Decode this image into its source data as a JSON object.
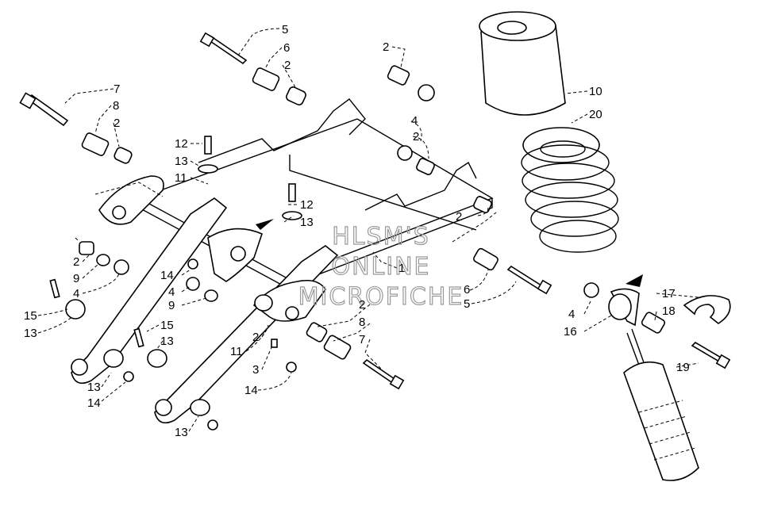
{
  "watermark": {
    "line1": "HLSM'S",
    "line2": "ONLINE",
    "line3": "MICROFICHE"
  },
  "callouts": {
    "c1": "5",
    "c2": "6",
    "c3": "2",
    "c4": "7",
    "c5": "8",
    "c6": "2",
    "c7": "2",
    "c8": "4",
    "c9": "2",
    "c10": "10",
    "c11": "20",
    "c12": "12",
    "c13": "13",
    "c14": "11",
    "c15": "12",
    "c16": "13",
    "c17": "2",
    "c18": "1",
    "c19": "2",
    "c20": "9",
    "c21": "4",
    "c22": "14",
    "c23": "4",
    "c24": "9",
    "c25": "15",
    "c26": "13",
    "c27": "15",
    "c28": "13",
    "c29": "6",
    "c30": "5",
    "c31": "4",
    "c32": "16",
    "c33": "17",
    "c34": "18",
    "c35": "2",
    "c36": "8",
    "c37": "7",
    "c38": "2",
    "c39": "11",
    "c40": "3",
    "c41": "14",
    "c42": "13",
    "c43": "14",
    "c44": "19",
    "c45": "13"
  }
}
